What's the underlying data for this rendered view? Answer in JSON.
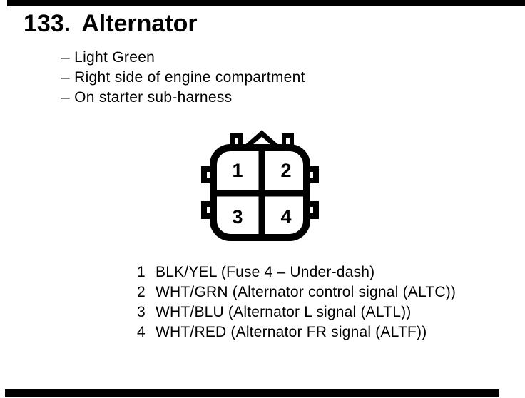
{
  "document": {
    "item_number": "133.",
    "title": "Alternator",
    "notes": [
      "– Light Green",
      "– Right side of engine compartment",
      "– On starter sub-harness"
    ]
  },
  "connector": {
    "pins": [
      "1",
      "2",
      "3",
      "4"
    ]
  },
  "pin_descriptions": [
    {
      "pin": "1",
      "wire": "BLK/YEL (Fuse 4 – Under-dash)"
    },
    {
      "pin": "2",
      "wire": "WHT/GRN (Alternator control signal (ALTC))"
    },
    {
      "pin": "3",
      "wire": "WHT/BLU (Alternator L signal (ALTL))"
    },
    {
      "pin": "4",
      "wire": "WHT/RED (Alternator FR signal (ALTF))"
    }
  ],
  "colors": {
    "ink": "#000000",
    "paper": "#ffffff"
  }
}
